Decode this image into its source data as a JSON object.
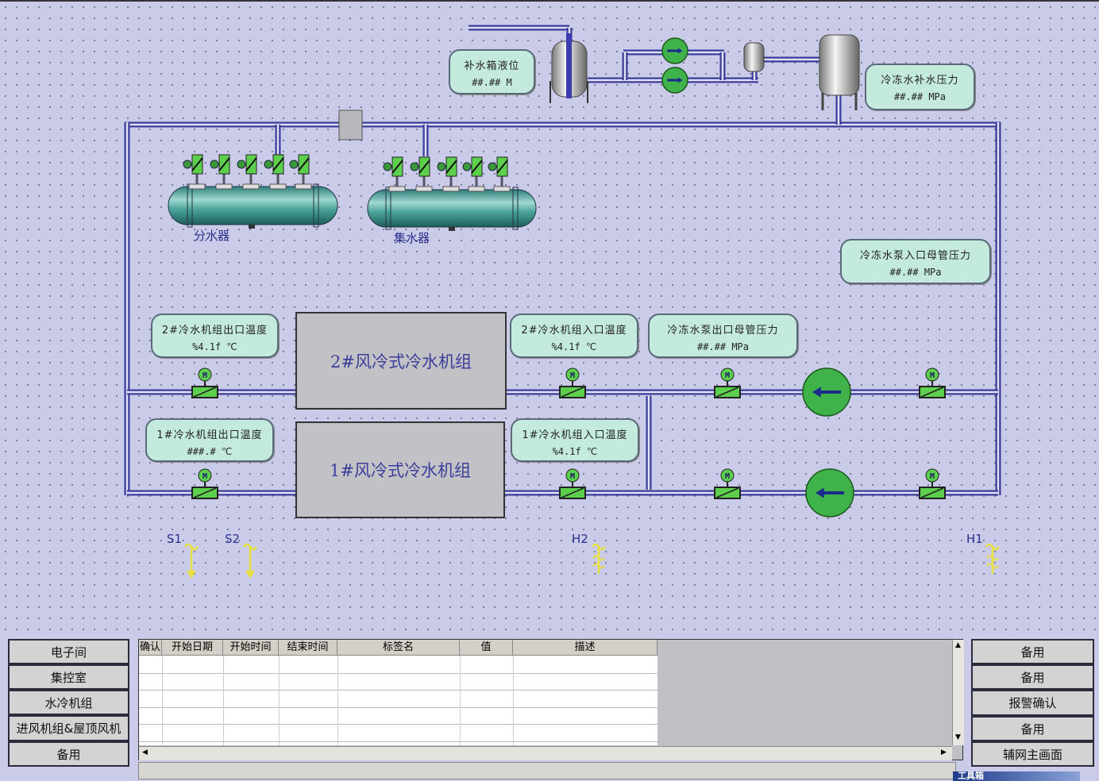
{
  "tanks": {
    "distributor": "分水器",
    "collector": "集水器"
  },
  "tags": [
    {
      "title": "补水箱液位",
      "value": "##.## M"
    },
    {
      "title": "冷冻水补水压力",
      "value": "##.## MPa"
    },
    {
      "title": "冷冻水泵入口母管压力",
      "value": "##.## MPa"
    },
    {
      "title": "2#冷水机组出口温度",
      "value": "%4.1f ℃"
    },
    {
      "title": "2#冷水机组入口温度",
      "value": "%4.1f ℃"
    },
    {
      "title": "冷冻水泵出口母管压力",
      "value": "##.## MPa"
    },
    {
      "title": "1#冷水机组出口温度",
      "value": "###.# ℃"
    },
    {
      "title": "1#冷水机组入口温度",
      "value": "%4.1f ℃"
    }
  ],
  "chillers": {
    "unit2": "2#风冷式冷水机组",
    "unit1": "1#风冷式冷水机组"
  },
  "valve_motor_label": "M",
  "sensors": [
    "S1",
    "S2",
    "H2",
    "H1"
  ],
  "nav_left": [
    "电子间",
    "集控室",
    "水冷机组",
    "进风机组&屋顶风机",
    "备用"
  ],
  "nav_right": [
    "备用",
    "备用",
    "报警确认",
    "备用",
    "辅网主画面"
  ],
  "alarm_table": {
    "columns": [
      "确认",
      "开始日期",
      "开始时间",
      "结束时间",
      "标签名",
      "值",
      "描述"
    ],
    "rows": []
  },
  "toolbox_title": "工具箱",
  "colors": {
    "background": "#c9cbe9",
    "pipe": "#3a3c9a",
    "tag_fill": "#c4eadd",
    "pump": "#3fb34a",
    "valve": "#5ccf4c",
    "sensor": "#e8e040"
  }
}
